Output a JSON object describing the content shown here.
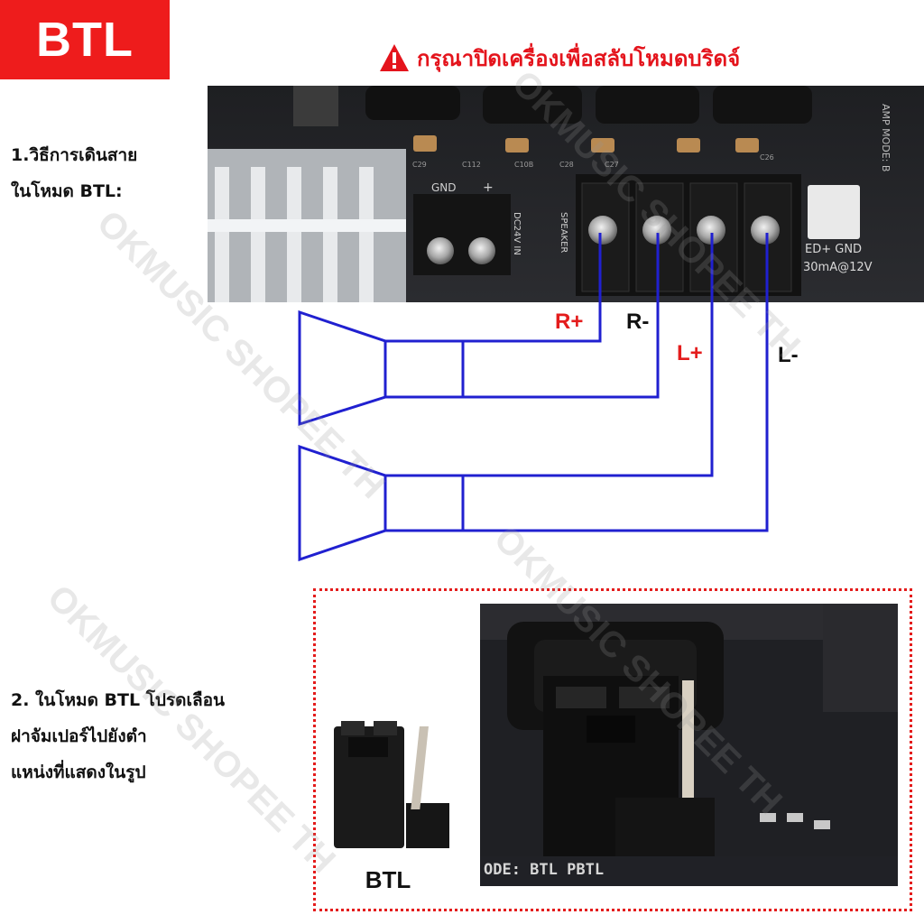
{
  "badge": {
    "label": "BTL",
    "color": "#ee1c1c"
  },
  "warning": {
    "text": "กรุณาปิดเครื่องเพื่อสลับโหมดบริดจ์",
    "icon": "warning-triangle-icon",
    "color": "#e4141c"
  },
  "step1": {
    "line1": "1.วิธีการเดินสาย",
    "line2": "ในโหมด BTL:"
  },
  "step2": {
    "line1": "2. ในโหมด BTL โปรดเลือน",
    "line2": "ฝาจัมเปอร์ไปยังตำ",
    "line3": "แหน่งที่แสดงในรูป"
  },
  "board": {
    "gnd": "GND",
    "plus": "+",
    "dc": "DC24V IN",
    "speaker": "SPEAKER",
    "amp_mode": "AMP MODE: B",
    "led": "ED+ GND",
    "ma": "30mA@12V",
    "caps": [
      "C29",
      "C112",
      "C10B",
      "C28",
      "C27",
      "C26"
    ]
  },
  "terminals": [
    {
      "label": "R+",
      "color": "#e41c1c"
    },
    {
      "label": "R-",
      "color": "#111111"
    },
    {
      "label": "L+",
      "color": "#e41c1c"
    },
    {
      "label": "L-",
      "color": "#111111"
    }
  ],
  "wire_color": "#2020d0",
  "jumper": {
    "label": "BTL"
  },
  "photo": {
    "silk": "ODE: BTL  PBTL"
  },
  "watermark": "OKMUSIC SHOPEE TH"
}
